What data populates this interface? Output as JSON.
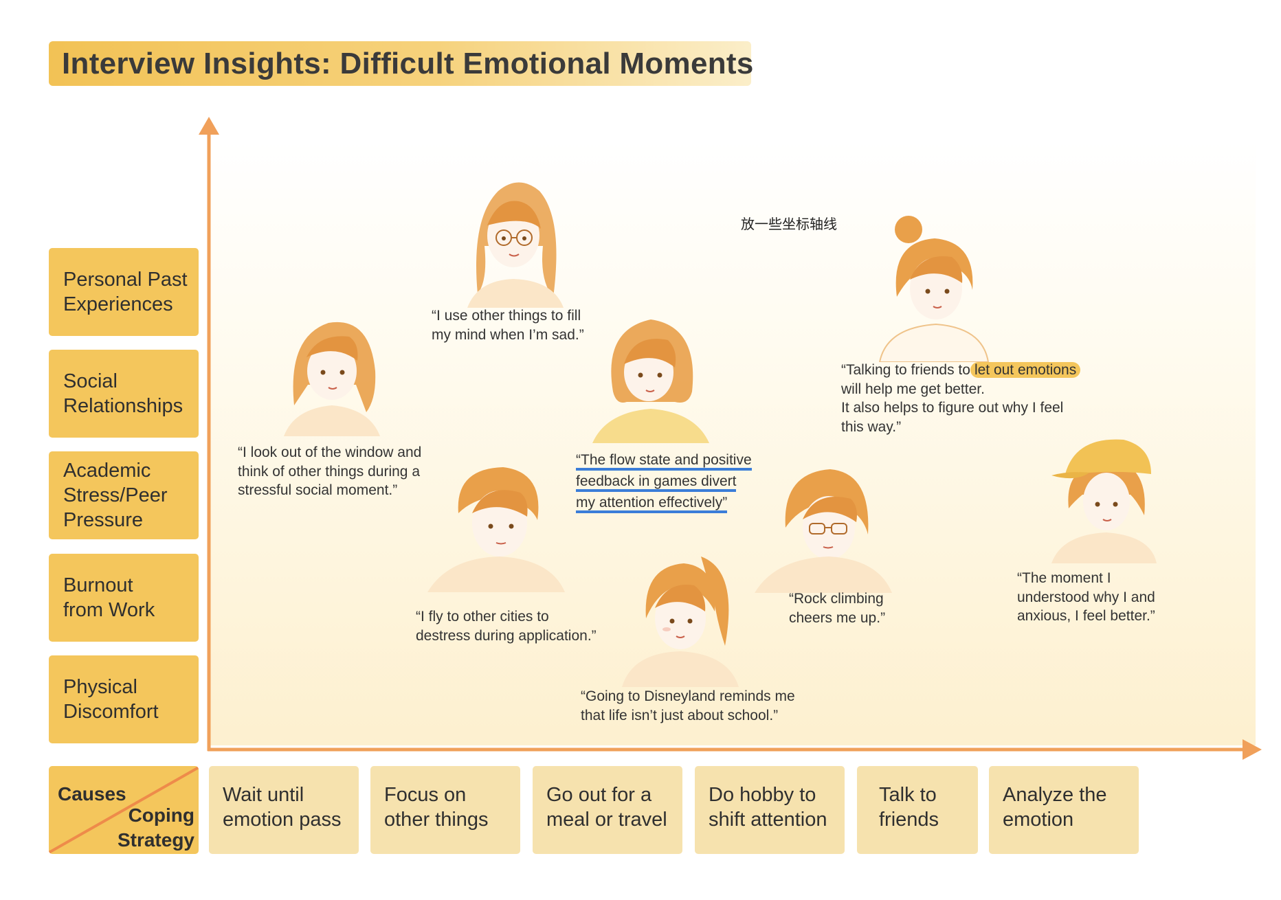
{
  "title": "Interview Insights: Difficult Emotional Moments",
  "note_cn": "放一些坐标轴线",
  "y_categories": [
    {
      "label": "Personal Past\nExperiences"
    },
    {
      "label": "Social\nRelationships"
    },
    {
      "label": "Academic\nStress/Peer\nPressure"
    },
    {
      "label": "Burnout\nfrom Work"
    },
    {
      "label": "Physical\nDiscomfort"
    }
  ],
  "corner": {
    "causes": "Causes",
    "coping": "Coping\nStrategy"
  },
  "x_categories": [
    {
      "label": "Wait until\nemotion pass"
    },
    {
      "label": "Focus on\nother things"
    },
    {
      "label": "Go out for a\nmeal or travel"
    },
    {
      "label": "Do hobby to\nshift attention"
    },
    {
      "label": "Talk to\nfriends"
    },
    {
      "label": "Analyze the\nemotion"
    }
  ],
  "quotes": {
    "fill_mind": "“I use other things to fill\nmy mind when I’m sad.”",
    "window": "“I look out of the window and\nthink of other things during a\nstressful social moment.”",
    "flow_lines": [
      "“The flow state and positive",
      "feedback in games divert",
      "my attention effectively”"
    ],
    "fly": "“I fly to other cities to\ndestress during application.”",
    "disney": "“Going to Disneyland reminds me\nthat life isn’t just about school.”",
    "rock": "“Rock climbing\ncheers me up.”",
    "friends_pre": "“Talking to friends to",
    "friends_hl": "let out emotions",
    "friends_post": "will help me get better.\nIt also helps to figure out why I feel\nthis way.”",
    "understood": "“The moment I\nunderstood why I and\nanxious, I feel better.”"
  },
  "colors": {
    "accent": "#f4c65c",
    "axis": "#f0a05a",
    "underline": "#3b7dd8",
    "hair": "#e9a04a",
    "skin": "#fdf3ea"
  }
}
